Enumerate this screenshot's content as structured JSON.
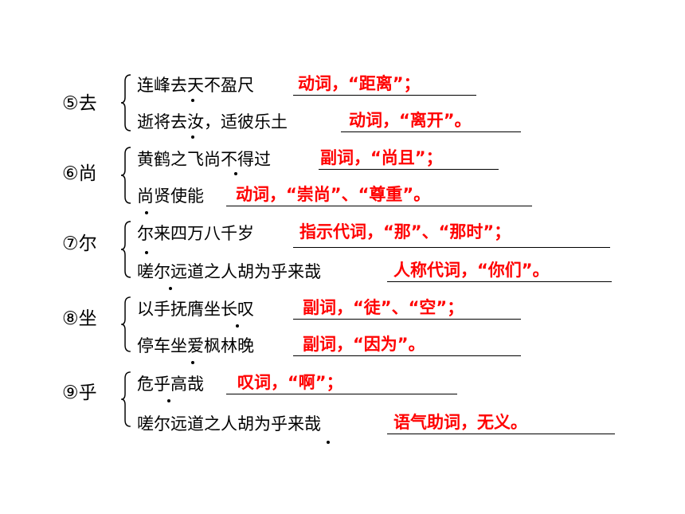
{
  "groups": [
    {
      "head": "⑤去",
      "lines": [
        {
          "prefix": "连峰去天不盈尺",
          "answer": "动词，“距离”；"
        },
        {
          "prefix": "逝将去汝，适彼乐土",
          "answer": "动词，“离开”。"
        }
      ]
    },
    {
      "head": "⑥尚",
      "lines": [
        {
          "prefix": "黄鹤之飞尚不得过",
          "answer": "副词，“尚且”；"
        },
        {
          "prefix": "尚贤使能",
          "answer": "动词，“崇尚”、“尊重”。"
        }
      ]
    },
    {
      "head": "⑦尔",
      "lines": [
        {
          "prefix": "尔来四万八千岁",
          "answer": "指示代词，“那”、“那时”；"
        },
        {
          "prefix": "嗟尔远道之人胡为乎来哉",
          "answer": "人称代词，“你们”。"
        }
      ]
    },
    {
      "head": "⑧坐",
      "lines": [
        {
          "prefix": "以手抚膺坐长叹",
          "answer": "副词，“徒”、“空”；"
        },
        {
          "prefix": "停车坐爱枫林晚",
          "answer": "副词，“因为”。"
        }
      ]
    },
    {
      "head": "⑨乎",
      "lines": [
        {
          "prefix": "危乎高哉",
          "answer": "叹词，“啊”；"
        },
        {
          "prefix": "嗟尔远道之人胡为乎来哉",
          "answer": "语气助词，无义。"
        }
      ]
    }
  ]
}
